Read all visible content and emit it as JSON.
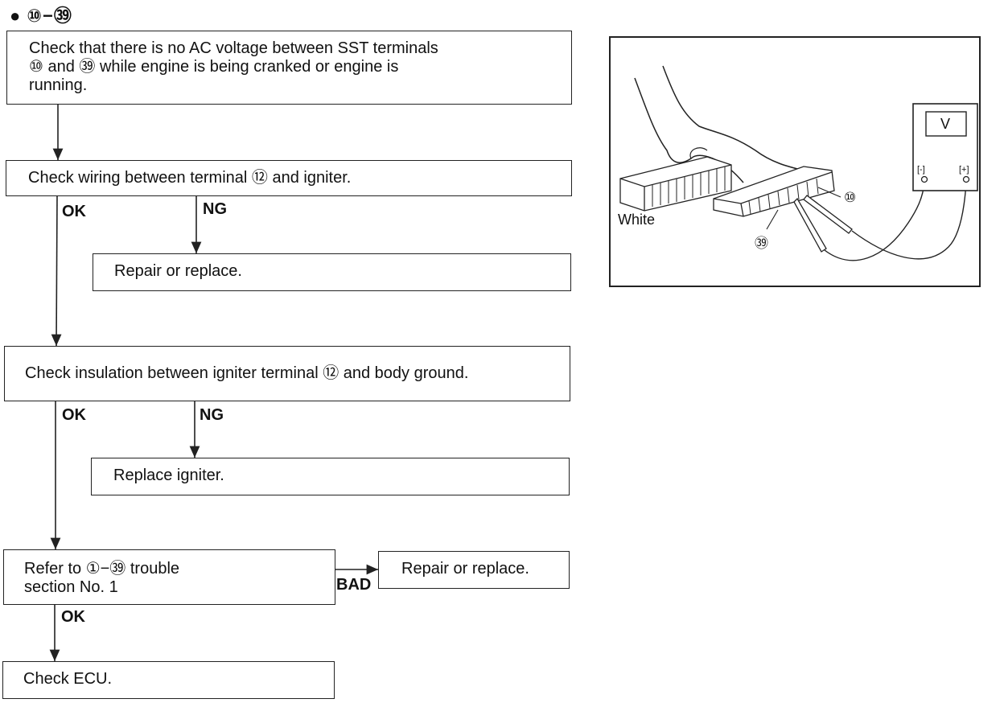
{
  "header": "● ⑩−㊴",
  "boxes": {
    "check_ac": "Check that there is no AC voltage between SST terminals\n⑩ and ㊴ while engine is being cranked or engine is\nrunning.",
    "check_wiring": "Check wiring between terminal ⑫ and igniter.",
    "repair1": "Repair or replace.",
    "check_insulation": "Check insulation between igniter terminal ⑫ and body ground.",
    "replace_igniter": "Replace igniter.",
    "refer": "Refer to ①−㊴ trouble\nsection No. 1",
    "repair2": "Repair or replace.",
    "check_ecu": "Check ECU."
  },
  "labels": {
    "ok1": "OK",
    "ng1": "NG",
    "ok2": "OK",
    "ng2": "NG",
    "bad": "BAD",
    "ok3": "OK"
  },
  "figure": {
    "white": "White",
    "meter": "V",
    "t40": "⑩",
    "t39": "㊴",
    "minus": "[-]",
    "plus": "[+]"
  }
}
